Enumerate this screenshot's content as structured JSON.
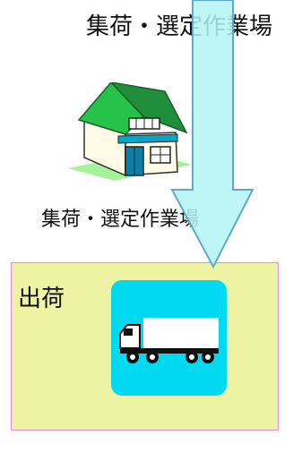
{
  "diagram": {
    "title": "集荷・選定作業場",
    "house_label": "集荷・選定作業場",
    "ship_label": "出荷",
    "colors": {
      "arrow_fill": "#b3f5f5",
      "arrow_stroke": "#63a6cf",
      "ship_box_fill": "#eef3a3",
      "ship_box_border": "#e28be6",
      "truck_tile": "#00d9ef",
      "roof": "#27c24a"
    },
    "icons": [
      "house-icon",
      "truck-icon"
    ]
  }
}
